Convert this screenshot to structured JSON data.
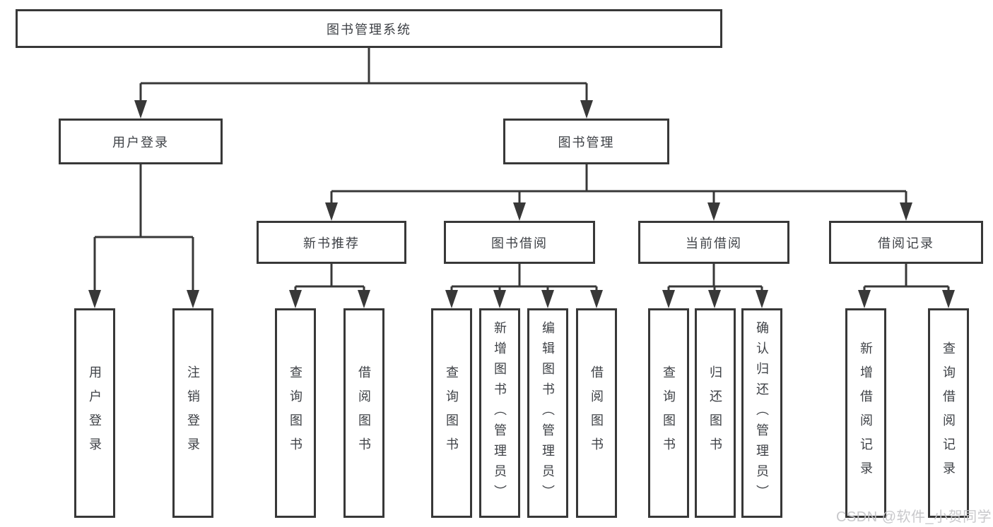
{
  "diagram": {
    "root": "图书管理系统",
    "level2": {
      "user_login": "用户登录",
      "book_mgmt": "图书管理"
    },
    "level3": {
      "new_book_rec": "新书推荐",
      "book_borrow": "图书借阅",
      "current_borrow": "当前借阅",
      "borrow_record": "借阅记录"
    },
    "leaves": {
      "user_login": [
        "用户登录",
        "注销登录"
      ],
      "new_book_rec": [
        "查询图书",
        "借阅图书"
      ],
      "book_borrow": [
        "查询图书",
        "新增图书（管理员）",
        "编辑图书（管理员）",
        "借阅图书"
      ],
      "current_borrow": [
        "查询图书",
        "归还图书",
        "确认归还（管理员）"
      ],
      "borrow_record": [
        "新增借阅记录",
        "查询借阅记录"
      ]
    }
  },
  "watermark": "CSDN @软件_小贺同学",
  "colors": {
    "line": "#383838",
    "text": "#3e4146",
    "watermark": "#c6c6c9",
    "background": "#ffffff"
  }
}
